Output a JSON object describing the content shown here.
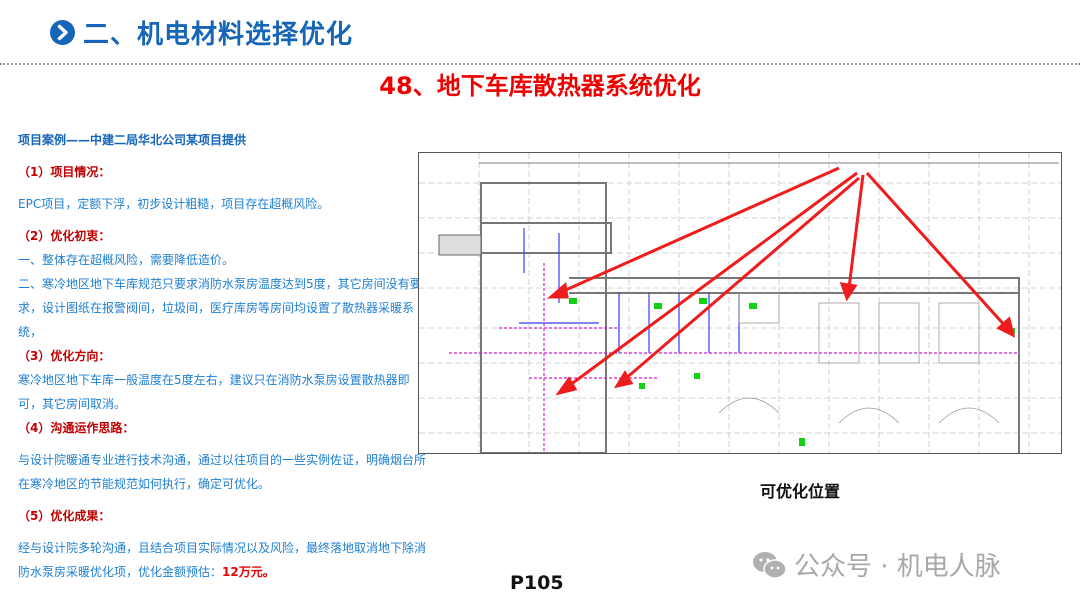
{
  "header": {
    "icon": "chevron-right-circle-icon",
    "title": "二、机电材料选择优化",
    "color": "#1565b8"
  },
  "subtitle": {
    "text": "48、地下车库散热器系统优化",
    "color": "#ee0000"
  },
  "content": {
    "case_title": "项目案例——中建二局华北公司某项目提供",
    "sections": [
      {
        "heading": "（1）项目情况：",
        "lines": [
          "EPC项目，定额下浮，初步设计粗糙，项目存在超概风险。"
        ]
      },
      {
        "heading": "（2）优化初衷：",
        "lines": [
          "一、整体存在超概风险，需要降低造价。",
          "二、寒冷地区地下车库规范只要求消防水泵房温度达到5度，其它房间没有要求，设计图纸在报警阀间，垃圾间，医疗库房等房间均设置了散热器采暖系统，"
        ]
      },
      {
        "heading": "（3）优化方向：",
        "lines": [
          "寒冷地区地下车库一般温度在5度左右，建议只在消防水泵房设置散热器即可，其它房间取消。"
        ]
      },
      {
        "heading": "（4）沟通运作思路：",
        "lines": [
          "与设计院暖通专业进行技术沟通，通过以往项目的一些实例佐证，明确烟台所在寒冷地区的节能规范如何执行，确定可优化。"
        ]
      },
      {
        "heading": "（5）优化成果：",
        "lines": [
          "经与设计院多轮沟通，且结合项目实际情况以及风险，最终落地取消地下除消防水泵房采暖优化项，优化金额预估："
        ],
        "highlight": "12万元。"
      }
    ],
    "highlight_color": "#ee0000"
  },
  "figure": {
    "description": "地下车库暖通平面图，红色箭头标注散热器位置",
    "arrow_color": "#ee1c1c",
    "caption": "可优化位置"
  },
  "watermark": {
    "icon": "wechat-icon",
    "text": "公众号 · 机电人脉"
  },
  "page_number": "P105"
}
